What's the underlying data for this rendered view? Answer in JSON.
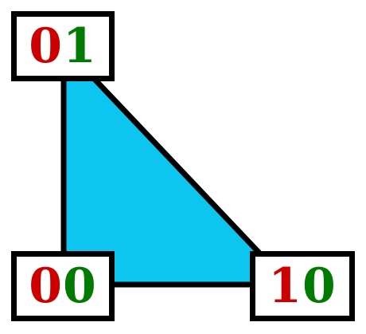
{
  "colors": {
    "fill": "#0dc6f0",
    "stroke": "#000000",
    "first_digit": "#cc0000",
    "second_digit": "#007a00"
  },
  "vertices": [
    {
      "id": "01",
      "first": "0",
      "second": "1"
    },
    {
      "id": "00",
      "first": "0",
      "second": "0"
    },
    {
      "id": "10",
      "first": "1",
      "second": "0"
    }
  ]
}
